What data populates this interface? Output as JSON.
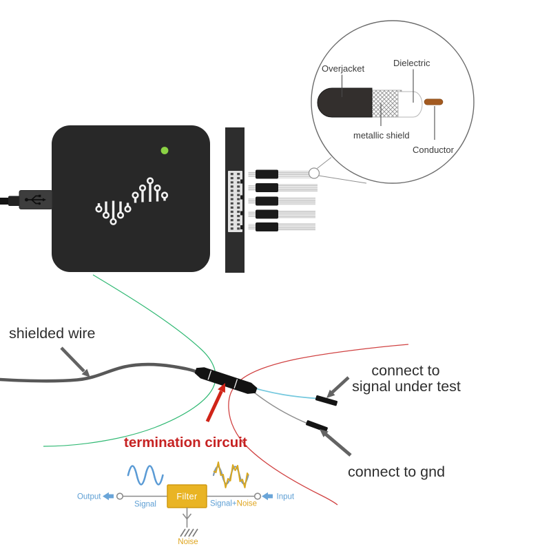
{
  "coax_inset": {
    "overjacket_label": "Overjacket",
    "dielectric_label": "Dielectric",
    "metallic_shield_label": "metallic shield",
    "conductor_label": "Conductor"
  },
  "annotations": {
    "shielded_wire_label": "shielded wire",
    "termination_circuit_label": "termination circuit",
    "connect_signal_label_line1": "connect to",
    "connect_signal_label_line2": "signal under test",
    "connect_gnd_label": "connect to gnd"
  },
  "filter_diagram": {
    "output_label": "Output",
    "input_label": "Input",
    "signal_label": "Signal",
    "filter_box_label": "Filter",
    "signal_noise_signal": "Signal",
    "signal_noise_plus": "+",
    "signal_noise_noise": "Noise",
    "ground_noise_label": "Noise"
  },
  "colors": {
    "device_body": "#282828",
    "led_green": "#8bd244",
    "green_wire": "#2eb872",
    "red_wire": "#d04040",
    "cyan_wire": "#74c8de",
    "shielded_wire": "#585858",
    "termination_label_red": "#c62222",
    "filter_box_gold": "#e9b424",
    "diagram_blue": "#5e9fd4",
    "noise_gold": "#dfa51e",
    "conductor_copper": "#a35a20"
  }
}
